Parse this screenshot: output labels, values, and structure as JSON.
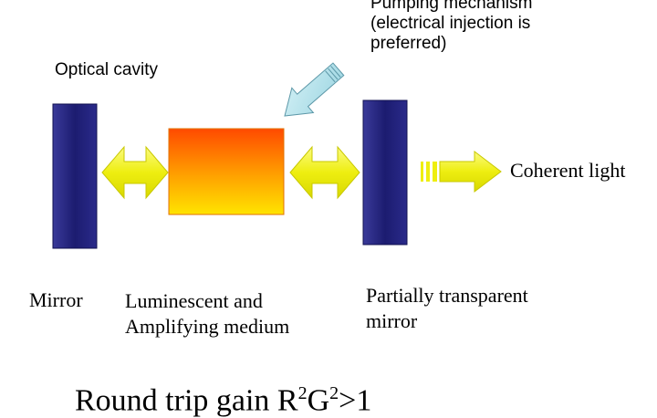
{
  "labels": {
    "pumping_line1": "Pumping mechanism",
    "pumping_line2": "(electrical injection is",
    "pumping_line3": "preferred)",
    "optical_cavity": "Optical cavity",
    "coherent_light": "Coherent light",
    "mirror": "Mirror",
    "medium_line1": "Luminescent and",
    "medium_line2": "Amplifying  medium",
    "partial_line1": "Partially transparent",
    "partial_line2": "mirror"
  },
  "gain": {
    "prefix": "Round trip gain R",
    "r_exp": "2",
    "g": "G",
    "g_exp": "2",
    "suffix": ">1"
  },
  "colors": {
    "mirror": "#1c1c70",
    "arrow_fill": "#f0ee20",
    "medium_top": "#ff4a00",
    "medium_bottom": "#ffe400",
    "pump_arrow": "#a9dde7"
  }
}
